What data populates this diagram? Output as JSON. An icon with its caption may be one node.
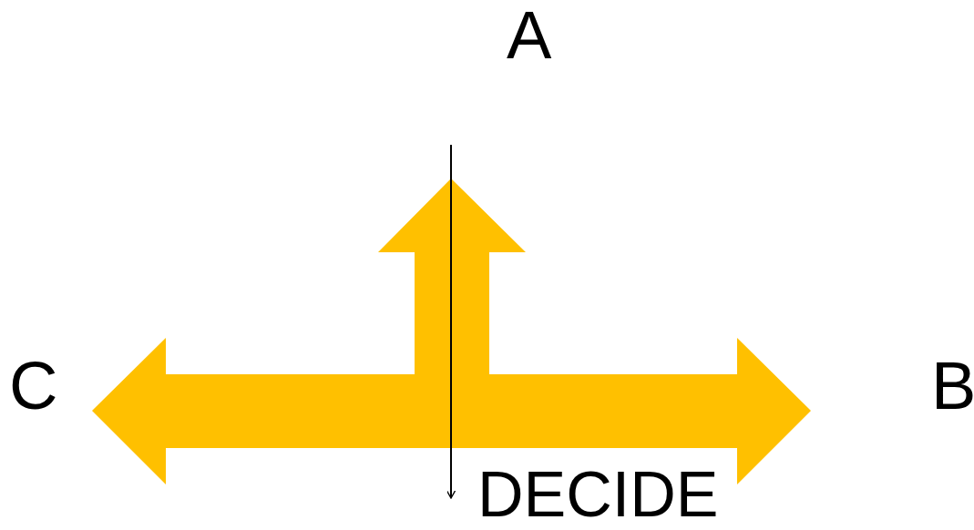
{
  "diagram": {
    "labels": [
      "A",
      "C",
      "B",
      "DECIDE"
    ]
  }
}
